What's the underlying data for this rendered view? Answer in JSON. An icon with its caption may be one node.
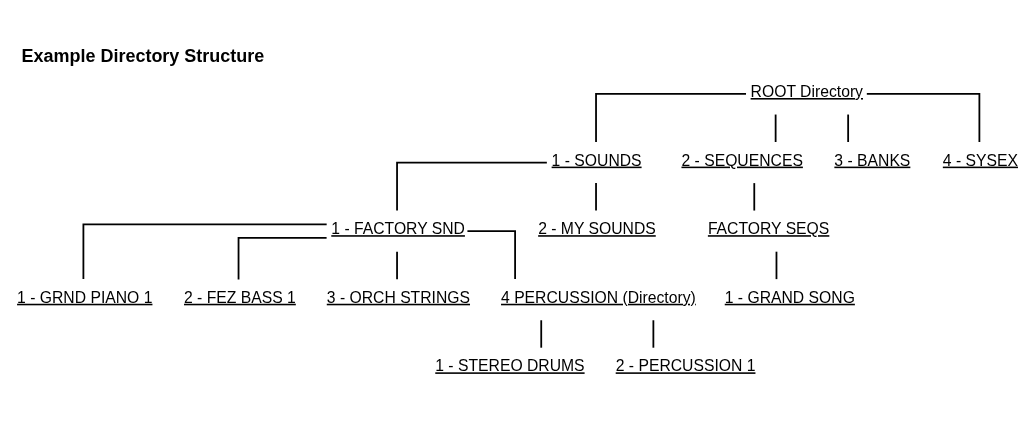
{
  "diagram": {
    "title": "Example Directory Structure",
    "nodes": [
      {
        "text": [
          "ROOT Directory"
        ]
      },
      {
        "text": [
          "1 - SOUNDS"
        ]
      },
      {
        "text": [
          "2 - SEQUENCES"
        ]
      },
      {
        "text": [
          "3 - BANKS"
        ]
      },
      {
        "text": [
          "4 - SYSEX"
        ]
      },
      {
        "text": [
          "1 - FACTORY SND"
        ]
      },
      {
        "text": [
          "2 - MY SOUNDS"
        ]
      },
      {
        "text": [
          "FACTORY SEQS"
        ]
      },
      {
        "text": [
          "1 - GRAND SONG"
        ]
      },
      {
        "text": [
          "1 - GRND PIANO 1"
        ]
      },
      {
        "text": [
          "2 - FEZ BASS 1"
        ]
      },
      {
        "text": [
          "3 - ORCH STRINGS"
        ]
      },
      {
        "text": [
          "4 PERCUSSION (Directory)"
        ]
      },
      {
        "text": [
          "1 - STEREO DRUMS"
        ]
      },
      {
        "text": [
          "2 - PERCUSSION 1"
        ]
      }
    ],
    "edges": [
      {
        "from": 0,
        "to": 1,
        "arrow": "none"
      },
      {
        "from": 0,
        "to": 2,
        "arrow": "none"
      },
      {
        "from": 0,
        "to": 3,
        "arrow": "none"
      },
      {
        "from": 0,
        "to": 4,
        "arrow": "none"
      },
      {
        "from": 1,
        "to": 5,
        "arrow": "none"
      },
      {
        "from": 1,
        "to": 6,
        "arrow": "none"
      },
      {
        "from": 2,
        "to": 7,
        "arrow": "none"
      },
      {
        "from": 7,
        "to": 8,
        "arrow": "none"
      },
      {
        "from": 5,
        "to": 9,
        "arrow": "none"
      },
      {
        "from": 5,
        "to": 10,
        "arrow": "none"
      },
      {
        "from": 5,
        "to": 11,
        "arrow": "none"
      },
      {
        "from": 5,
        "to": 12,
        "arrow": "none"
      },
      {
        "from": 12,
        "to": 13,
        "arrow": "none"
      },
      {
        "from": 12,
        "to": 14,
        "arrow": "none"
      }
    ]
  }
}
